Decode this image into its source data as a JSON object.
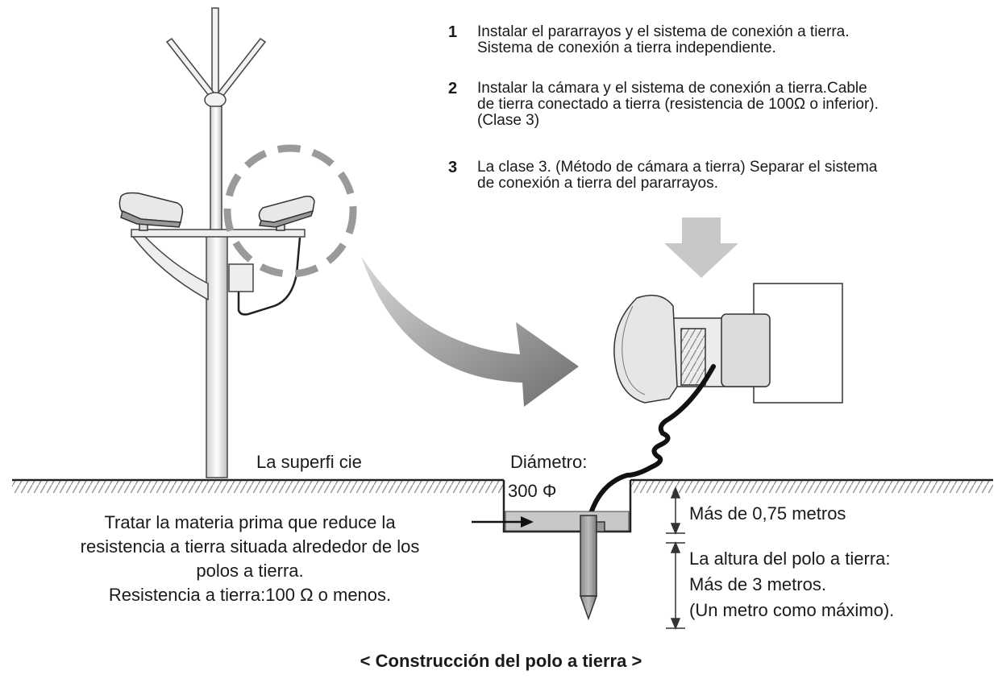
{
  "steps": [
    {
      "number": "1",
      "text": "Instalar el pararrayos y el sistema de conexión a tierra.\nSistema de conexión a tierra independiente."
    },
    {
      "number": "2",
      "text": "Instalar la cámara y el sistema de conexión a tierra.Cable\nde tierra conectado a tierra (resistencia de 100Ω o inferior).\n(Clase 3)"
    },
    {
      "number": "3",
      "text": "La clase 3. (Método de cámara a tierra) Separar el sistema\nde conexión a tierra del pararrayos."
    }
  ],
  "labels": {
    "surface": "La superfi cie",
    "diameter_title": "Diámetro:",
    "diameter_value": "300 Φ",
    "depth": "Más de 0,75 metros",
    "rod_height_1": "La altura del polo a tierra:",
    "rod_height_2": "Más de 3 metros.",
    "rod_height_3": "(Un metro como máximo).",
    "treatment_1": "Tratar la materia prima que reduce la",
    "treatment_2": "resistencia a tierra situada alrededor de los",
    "treatment_3": "polos a tierra.",
    "treatment_4": "Resistencia a tierra:100 Ω o menos."
  },
  "caption": "< Construcción del polo a tierra >"
}
